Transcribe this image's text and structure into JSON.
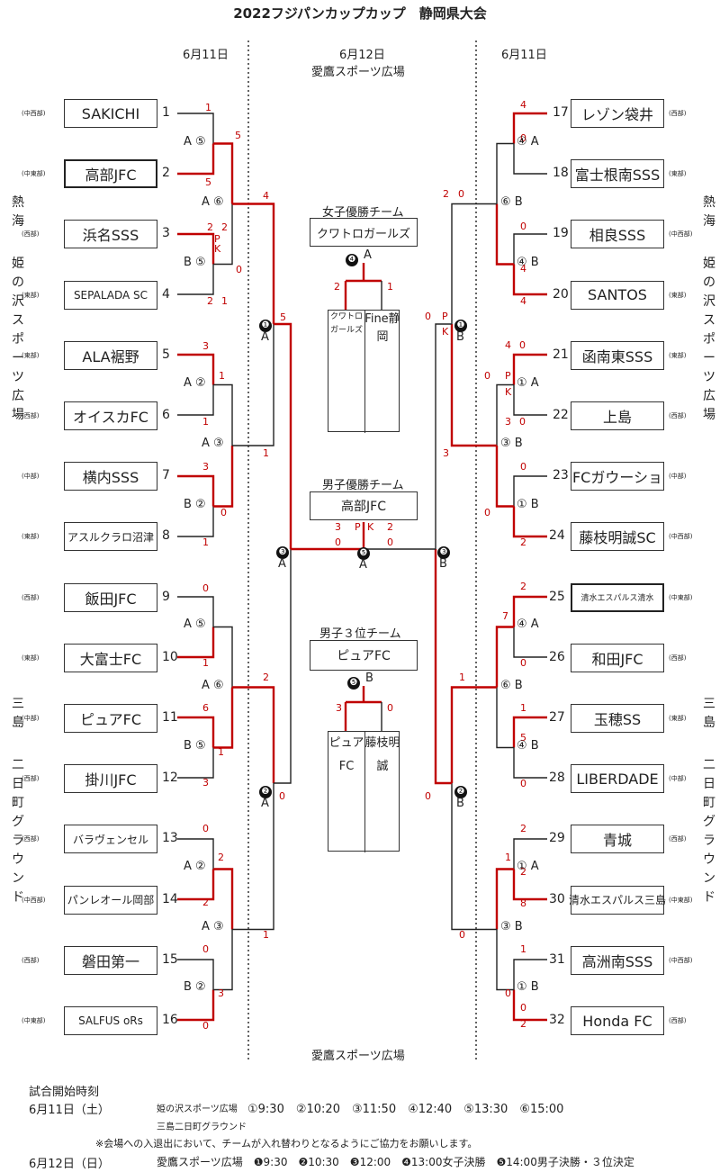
{
  "title": "2022フジパンカップカップ　静岡県大会",
  "headers": {
    "left_date": "6月11日",
    "center_date": "6月12日",
    "center_venue": "愛鷹スポーツ広場",
    "right_date": "6月11日",
    "bottom_venue": "愛鷹スポーツ広場"
  },
  "venues_vertical": {
    "left_top": [
      "熱海",
      "姫の沢スポーツ広場"
    ],
    "right_top": [
      "熱海",
      "姫の沢スポーツ広場"
    ],
    "left_bottom": [
      "三島",
      "二日町グラウンド"
    ],
    "right_bottom": [
      "三島",
      "二日町グラウンド"
    ]
  },
  "left_teams": [
    {
      "no": "1",
      "name": "SAKICHI",
      "region": "(中西部)"
    },
    {
      "no": "2",
      "name": "高部JFC",
      "region": "(中東部)"
    },
    {
      "no": "3",
      "name": "浜名SSS",
      "region": "(西部)"
    },
    {
      "no": "4",
      "name": "SEPALADA SC",
      "region": "(東部)"
    },
    {
      "no": "5",
      "name": "ALA裾野",
      "region": "(東部)"
    },
    {
      "no": "6",
      "name": "オイスカFC",
      "region": "(西部)"
    },
    {
      "no": "7",
      "name": "横内SSS",
      "region": "(中部)"
    },
    {
      "no": "8",
      "name": "アスルクラロ沼津",
      "region": "(東部)"
    },
    {
      "no": "9",
      "name": "飯田JFC",
      "region": "(西部)"
    },
    {
      "no": "10",
      "name": "大富士FC",
      "region": "(東部)"
    },
    {
      "no": "11",
      "name": "ピュアFC",
      "region": "(中部)"
    },
    {
      "no": "12",
      "name": "掛川JFC",
      "region": "(西部)"
    },
    {
      "no": "13",
      "name": "バラヴェンセル",
      "region": "(西部)"
    },
    {
      "no": "14",
      "name": "パンレオール岡部",
      "region": "(中西部)"
    },
    {
      "no": "15",
      "name": "磐田第一",
      "region": "(西部)"
    },
    {
      "no": "16",
      "name": "SALFUS oRs",
      "region": "(中東部)"
    }
  ],
  "right_teams": [
    {
      "no": "17",
      "name": "レゾン袋井",
      "region": "(西部)"
    },
    {
      "no": "18",
      "name": "富士根南SSS",
      "region": "(東部)"
    },
    {
      "no": "19",
      "name": "相良SSS",
      "region": "(中西部)"
    },
    {
      "no": "20",
      "name": "SANTOS",
      "region": "(東部)"
    },
    {
      "no": "21",
      "name": "函南東SSS",
      "region": "(東部)"
    },
    {
      "no": "22",
      "name": "上島",
      "region": "(西部)"
    },
    {
      "no": "23",
      "name": "FCガウーショ",
      "region": "(中部)"
    },
    {
      "no": "24",
      "name": "藤枝明誠SC",
      "region": "(中西部)"
    },
    {
      "no": "25",
      "name": "清水エスパルス清水",
      "region": "(中東部)"
    },
    {
      "no": "26",
      "name": "和田JFC",
      "region": "(西部)"
    },
    {
      "no": "27",
      "name": "玉穂SS",
      "region": "(東部)"
    },
    {
      "no": "28",
      "name": "LIBERDADE",
      "region": "(中部)"
    },
    {
      "no": "29",
      "name": "青城",
      "region": "(西部)"
    },
    {
      "no": "30",
      "name": "清水エスパルス三島",
      "region": "(中東部)"
    },
    {
      "no": "31",
      "name": "高洲南SSS",
      "region": "(中西部)"
    },
    {
      "no": "32",
      "name": "Honda FC",
      "region": "(西部)"
    }
  ],
  "left_scores": [
    {
      "id": "l-1",
      "v": "1"
    },
    {
      "id": "l-2",
      "v": "5"
    },
    {
      "id": "l-3",
      "v": "5"
    },
    {
      "id": "l-4",
      "v": "2"
    },
    {
      "id": "l-5",
      "v": "2"
    },
    {
      "id": "l-6",
      "v": "P"
    },
    {
      "id": "l-7",
      "v": "K"
    },
    {
      "id": "l-8",
      "v": "0"
    },
    {
      "id": "l-9",
      "v": "2"
    },
    {
      "id": "l-10",
      "v": "1"
    },
    {
      "id": "l-11",
      "v": "4"
    },
    {
      "id": "l-12",
      "v": "5"
    },
    {
      "id": "l-13",
      "v": "3"
    },
    {
      "id": "l-14",
      "v": "1"
    },
    {
      "id": "l-15",
      "v": "1"
    },
    {
      "id": "l-16",
      "v": "1"
    },
    {
      "id": "l-17",
      "v": "3"
    },
    {
      "id": "l-18",
      "v": "0"
    },
    {
      "id": "l-19",
      "v": "1"
    },
    {
      "id": "l-20",
      "v": "0"
    },
    {
      "id": "l-21",
      "v": "1"
    },
    {
      "id": "l-22",
      "v": "2"
    },
    {
      "id": "l-23",
      "v": "6"
    },
    {
      "id": "l-24",
      "v": "1"
    },
    {
      "id": "l-25",
      "v": "3"
    },
    {
      "id": "l-26",
      "v": "0"
    },
    {
      "id": "l-27",
      "v": "0"
    },
    {
      "id": "l-28",
      "v": "2"
    },
    {
      "id": "l-29",
      "v": "2"
    },
    {
      "id": "l-30",
      "v": "1"
    },
    {
      "id": "l-31",
      "v": "0"
    },
    {
      "id": "l-32",
      "v": "3"
    },
    {
      "id": "l-33",
      "v": "0"
    }
  ],
  "right_scores": [
    {
      "id": "r-1",
      "v": "4"
    },
    {
      "id": "r-2",
      "v": "0"
    },
    {
      "id": "r-3",
      "v": "2"
    },
    {
      "id": "r-4",
      "v": "0"
    },
    {
      "id": "r-5",
      "v": "0"
    },
    {
      "id": "r-6",
      "v": "4"
    },
    {
      "id": "r-7",
      "v": "4"
    },
    {
      "id": "r-8",
      "v": "0"
    },
    {
      "id": "r-9",
      "v": "P"
    },
    {
      "id": "r-10",
      "v": "K"
    },
    {
      "id": "r-11",
      "v": "4"
    },
    {
      "id": "r-12",
      "v": "0"
    },
    {
      "id": "r-13",
      "v": "0"
    },
    {
      "id": "r-14",
      "v": "P"
    },
    {
      "id": "r-15",
      "v": "K"
    },
    {
      "id": "r-16",
      "v": "3"
    },
    {
      "id": "r-17",
      "v": "0"
    },
    {
      "id": "r-18",
      "v": "3"
    },
    {
      "id": "r-19",
      "v": "0"
    },
    {
      "id": "r-20",
      "v": "0"
    },
    {
      "id": "r-21",
      "v": "2"
    },
    {
      "id": "r-22",
      "v": "1"
    },
    {
      "id": "r-23",
      "v": "2"
    },
    {
      "id": "r-24",
      "v": "7"
    },
    {
      "id": "r-25",
      "v": "0"
    },
    {
      "id": "r-26",
      "v": "1"
    },
    {
      "id": "r-27",
      "v": "5"
    },
    {
      "id": "r-28",
      "v": "0"
    },
    {
      "id": "r-29",
      "v": "0"
    },
    {
      "id": "r-30",
      "v": "2"
    },
    {
      "id": "r-31",
      "v": "1"
    },
    {
      "id": "r-32",
      "v": "2"
    },
    {
      "id": "r-33",
      "v": "8"
    },
    {
      "id": "r-34",
      "v": "0"
    },
    {
      "id": "r-35",
      "v": "1"
    },
    {
      "id": "r-36",
      "v": "0"
    },
    {
      "id": "r-37",
      "v": "0"
    },
    {
      "id": "r-38",
      "v": "2"
    }
  ],
  "center_scores": [
    {
      "id": "c-1",
      "v": "3"
    },
    {
      "id": "c-2",
      "v": "P"
    },
    {
      "id": "c-3",
      "v": "K"
    },
    {
      "id": "c-4",
      "v": "2"
    },
    {
      "id": "c-5",
      "v": "0"
    },
    {
      "id": "c-6",
      "v": "0"
    },
    {
      "id": "c-7",
      "v": "2"
    },
    {
      "id": "c-8",
      "v": "1"
    },
    {
      "id": "c-9",
      "v": "3"
    },
    {
      "id": "c-10",
      "v": "0"
    }
  ],
  "match_labels": [
    {
      "id": "m-1",
      "v": "A ⑤"
    },
    {
      "id": "m-2",
      "v": "A ⑥"
    },
    {
      "id": "m-3",
      "v": "B ⑤"
    },
    {
      "id": "m-4",
      "v": "A ②"
    },
    {
      "id": "m-5",
      "v": "A ③"
    },
    {
      "id": "m-6",
      "v": "B ②"
    },
    {
      "id": "m-7",
      "v": "A ⑤"
    },
    {
      "id": "m-8",
      "v": "A ⑥"
    },
    {
      "id": "m-9",
      "v": "B ⑤"
    },
    {
      "id": "m-10",
      "v": "A ②"
    },
    {
      "id": "m-11",
      "v": "A ③"
    },
    {
      "id": "m-12",
      "v": "B ②"
    },
    {
      "id": "m-13",
      "v": "④ A"
    },
    {
      "id": "m-14",
      "v": "⑥ B"
    },
    {
      "id": "m-15",
      "v": "④ B"
    },
    {
      "id": "m-16",
      "v": "① A"
    },
    {
      "id": "m-17",
      "v": "③ B"
    },
    {
      "id": "m-18",
      "v": "① B"
    },
    {
      "id": "m-19",
      "v": "④ A"
    },
    {
      "id": "m-20",
      "v": "⑥ B"
    },
    {
      "id": "m-21",
      "v": "④ B"
    },
    {
      "id": "m-22",
      "v": "① A"
    },
    {
      "id": "m-23",
      "v": "③ B"
    },
    {
      "id": "m-24",
      "v": "① B"
    }
  ],
  "day2_markers": [
    {
      "id": "d-1",
      "circle": "❶",
      "court": "A"
    },
    {
      "id": "d-2",
      "circle": "❷",
      "court": "A"
    },
    {
      "id": "d-3",
      "circle": "❸",
      "court": "A"
    },
    {
      "id": "d-4",
      "circle": "❶",
      "court": "B"
    },
    {
      "id": "d-5",
      "circle": "❷",
      "court": "B"
    },
    {
      "id": "d-6",
      "circle": "❸",
      "court": "B"
    }
  ],
  "center": {
    "girls_label": "女子優勝チーム",
    "girls_winner": "クワトロガールズ",
    "girls_match_circle": "❹",
    "girls_match_court": "A",
    "girls_finalists": [
      "クワトロガールズ",
      "Fine静岡"
    ],
    "boys_label": "男子優勝チーム",
    "boys_winner": "高部JFC",
    "boys_match_circle": "❺",
    "boys_match_court": "A",
    "third_label": "男子３位チーム",
    "third_winner": "ピュアFC",
    "third_match_circle": "❺",
    "third_match_court": "B",
    "third_finalists": [
      "ピュアFC",
      "藤枝明誠"
    ]
  },
  "schedule": {
    "heading": "試合開始時刻",
    "day1_date": "6月11日（土）",
    "day1_venue1": "姫の沢スポーツ広場",
    "day1_times": "①9:30　②10:20　③11:50　④12:40　⑤13:30　⑥15:00",
    "day1_venue2": "三島二日町グラウンド",
    "note": "※会場への入退出において、チームが入れ替わりとなるようにご協力をお願いします。",
    "day2_date": "6月12日（日）",
    "day2_line": "愛鷹スポーツ広場　❶9:30　❷10:30　❸12:00　❹13:00女子決勝　❺14:00男子決勝・３位決定"
  },
  "colors": {
    "win_line": "#c00000",
    "line": "#222222",
    "score": "#c00000"
  }
}
